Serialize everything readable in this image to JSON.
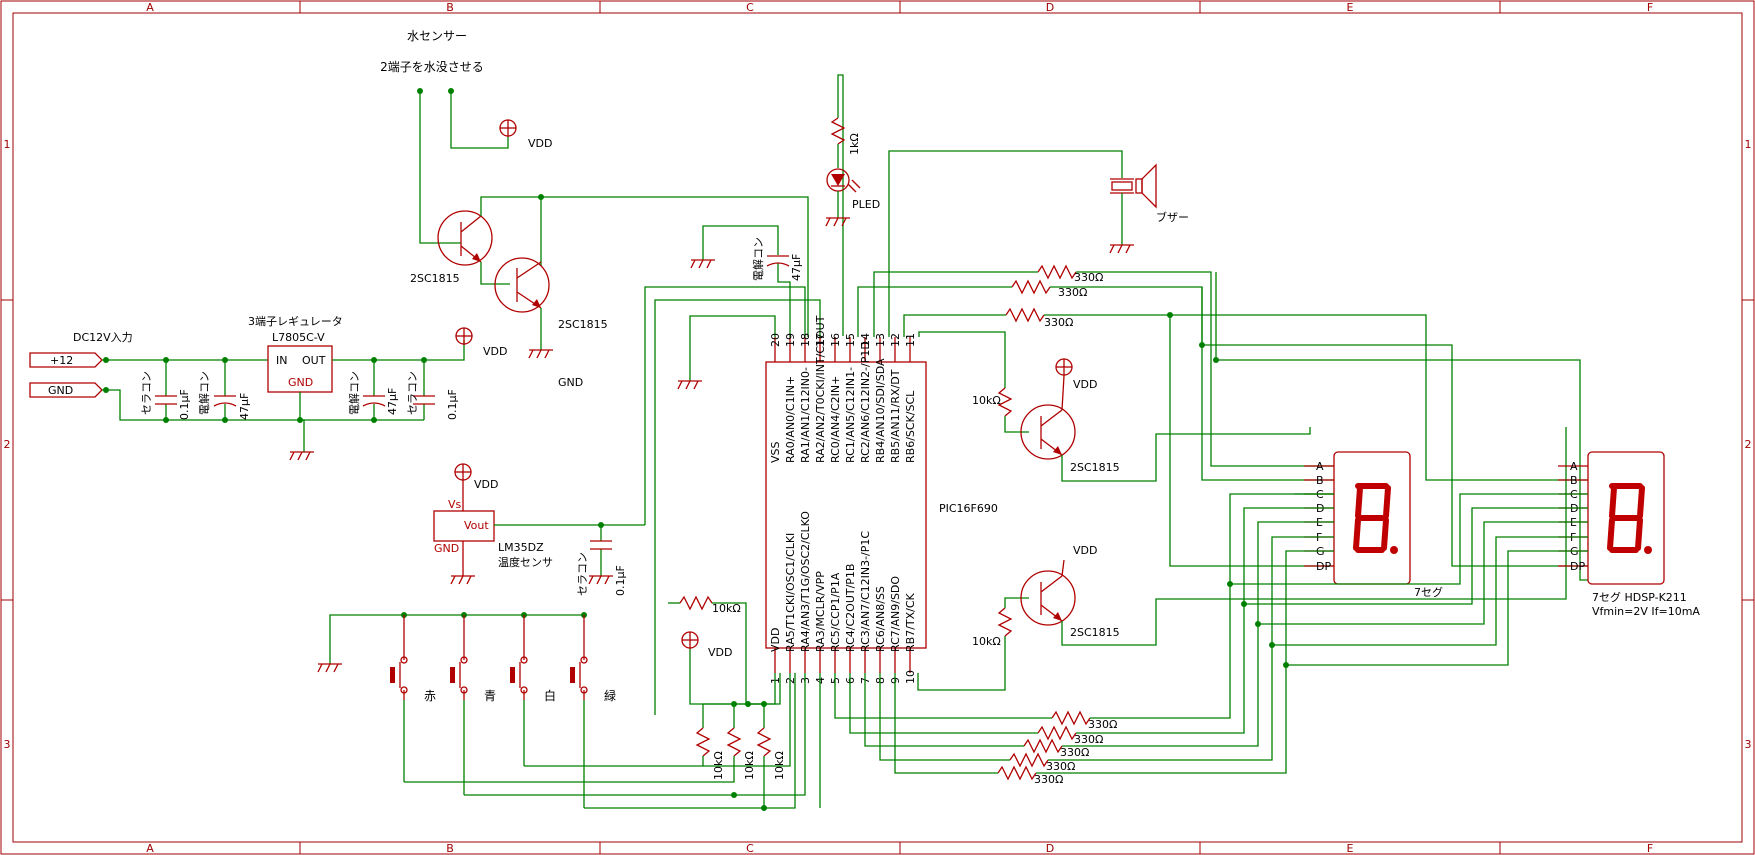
{
  "frame": {
    "columns": [
      "A",
      "B",
      "C",
      "D",
      "E",
      "F"
    ],
    "rows": [
      "1",
      "2",
      "3"
    ]
  },
  "sensor": {
    "title": "水センサー",
    "subtitle": "2端子を水没させる"
  },
  "power": {
    "dc_input": "DC12V入力",
    "plus12": "+12",
    "gnd": "GND",
    "regulator_title": "3端子レギュレータ",
    "regulator_part": "L7805C-V",
    "reg_in": "IN",
    "reg_out": "OUT",
    "reg_gnd": "GND",
    "vdd": "VDD"
  },
  "caps": {
    "ceramic": "セラコン",
    "electrolytic": "電解コン",
    "c01": "0.1μF",
    "c47": "47μF"
  },
  "transistors": {
    "part": "2SC1815",
    "gnd": "GND"
  },
  "led": {
    "res": "1kΩ",
    "label": "PLED"
  },
  "buzzer": {
    "label": "ブザー"
  },
  "resistors": {
    "r330": "330Ω",
    "r10k": "10kΩ"
  },
  "temp": {
    "vs": "Vs",
    "vout": "Vout",
    "gnd": "GND",
    "part": "LM35DZ",
    "desc": "温度センサ",
    "vdd": "VDD"
  },
  "buttons": [
    "赤",
    "青",
    "白",
    "緑"
  ],
  "mcu": {
    "part": "PIC16F690",
    "top_pins": [
      {
        "num": "20",
        "name": "VSS"
      },
      {
        "num": "19",
        "name": "RA0/AN0/C1IN+"
      },
      {
        "num": "18",
        "name": "RA1/AN1/C12IN0-"
      },
      {
        "num": "17",
        "name": "RA2/AN2/T0CKI/INT/C1OUT"
      },
      {
        "num": "16",
        "name": "RC0/AN4/C2IN+"
      },
      {
        "num": "15",
        "name": "RC1/AN5/C12IN1-"
      },
      {
        "num": "14",
        "name": "RC2/AN6/C12IN2-/P1D"
      },
      {
        "num": "13",
        "name": "RB4/AN10/SDI/SDA"
      },
      {
        "num": "12",
        "name": "RB5/AN11/RX/DT"
      },
      {
        "num": "11",
        "name": "RB6/SCK/SCL"
      }
    ],
    "bottom_pins": [
      {
        "num": "1",
        "name": "VDD"
      },
      {
        "num": "2",
        "name": "RA5/T1CKI/OSC1/CLKI"
      },
      {
        "num": "3",
        "name": "RA4/AN3/T1G/OSC2/CLKO"
      },
      {
        "num": "4",
        "name": "RA3/MCLR/VPP"
      },
      {
        "num": "5",
        "name": "RC5/CCP1/P1A"
      },
      {
        "num": "6",
        "name": "RC4/C2OUT/P1B"
      },
      {
        "num": "7",
        "name": "RC3/AN7/C12IN3-/P1C"
      },
      {
        "num": "8",
        "name": "RC6/AN8/SS"
      },
      {
        "num": "9",
        "name": "RC7/AN9/SDO"
      },
      {
        "num": "10",
        "name": "RB7/TX/CK"
      }
    ]
  },
  "seg": {
    "pins": [
      "A",
      "B",
      "C",
      "D",
      "E",
      "F",
      "G",
      "DP"
    ],
    "label1": "7セグ",
    "label2": "7セグ  HDSP-K211",
    "spec": "Vfmin=2V  If=10mA",
    "digit": "8."
  }
}
